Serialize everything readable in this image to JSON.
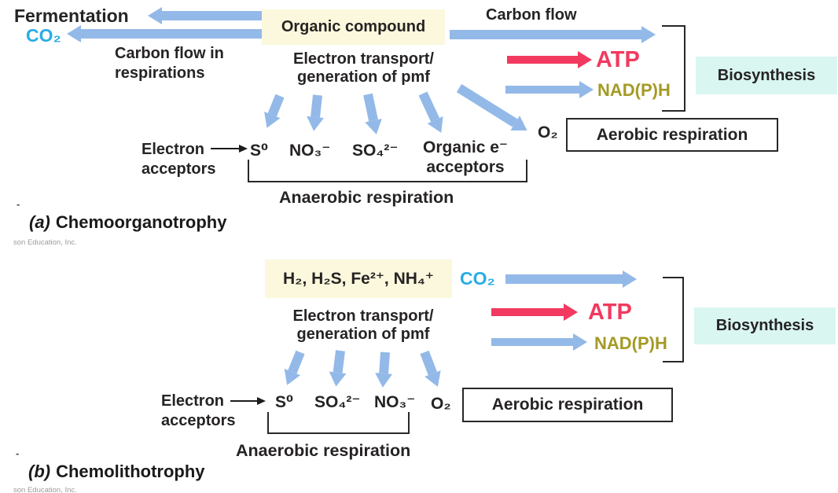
{
  "colors": {
    "arrow_blue": "#93b9e8",
    "arrow_red": "#f2395f",
    "atp_text": "#f2395f",
    "nadph_text": "#a49a25",
    "co2_text": "#29ace3",
    "substrate_box_bg": "#fcf8dd",
    "biosynthesis_box_bg": "#d9f6f1",
    "dark_text": "#262324"
  },
  "panel_a": {
    "fermentation": "Fermentation",
    "co2": "CO₂",
    "carbon_flow_in_1": "Carbon flow in",
    "carbon_flow_in_2": "respirations",
    "organic_compound": "Organic compound",
    "carbon_flow": "Carbon flow",
    "electron_transport_1": "Electron transport/",
    "electron_transport_2": "generation of pmf",
    "atp": "ATP",
    "nadph": "NAD(P)H",
    "biosynthesis": "Biosynthesis",
    "electron_1": "Electron",
    "electron_2": "acceptors",
    "acceptor_s0": "S⁰",
    "acceptor_no3": "NO₃⁻",
    "acceptor_so4": "SO₄²⁻",
    "acceptor_organic_1": "Organic e⁻",
    "acceptor_organic_2": "acceptors",
    "o2": "O₂",
    "aerobic": "Aerobic respiration",
    "anaerobic": "Anaerobic respiration",
    "tick": "-",
    "caption_letter": "(a)",
    "caption_title": "Chemoorganotrophy",
    "credit": "son Education, Inc."
  },
  "panel_b": {
    "substrates": "H₂, H₂S, Fe²⁺, NH₄⁺",
    "co2": "CO₂",
    "electron_transport_1": "Electron transport/",
    "electron_transport_2": "generation of pmf",
    "atp": "ATP",
    "nadph": "NAD(P)H",
    "biosynthesis": "Biosynthesis",
    "electron_1": "Electron",
    "electron_2": "acceptors",
    "acceptor_s0": "S⁰",
    "acceptor_so4": "SO₄²⁻",
    "acceptor_no3": "NO₃⁻",
    "o2": "O₂",
    "aerobic": "Aerobic respiration",
    "anaerobic": "Anaerobic respiration",
    "tick": "-",
    "caption_letter": "(b)",
    "caption_title": "Chemolithotrophy",
    "credit": "son Education, Inc."
  }
}
